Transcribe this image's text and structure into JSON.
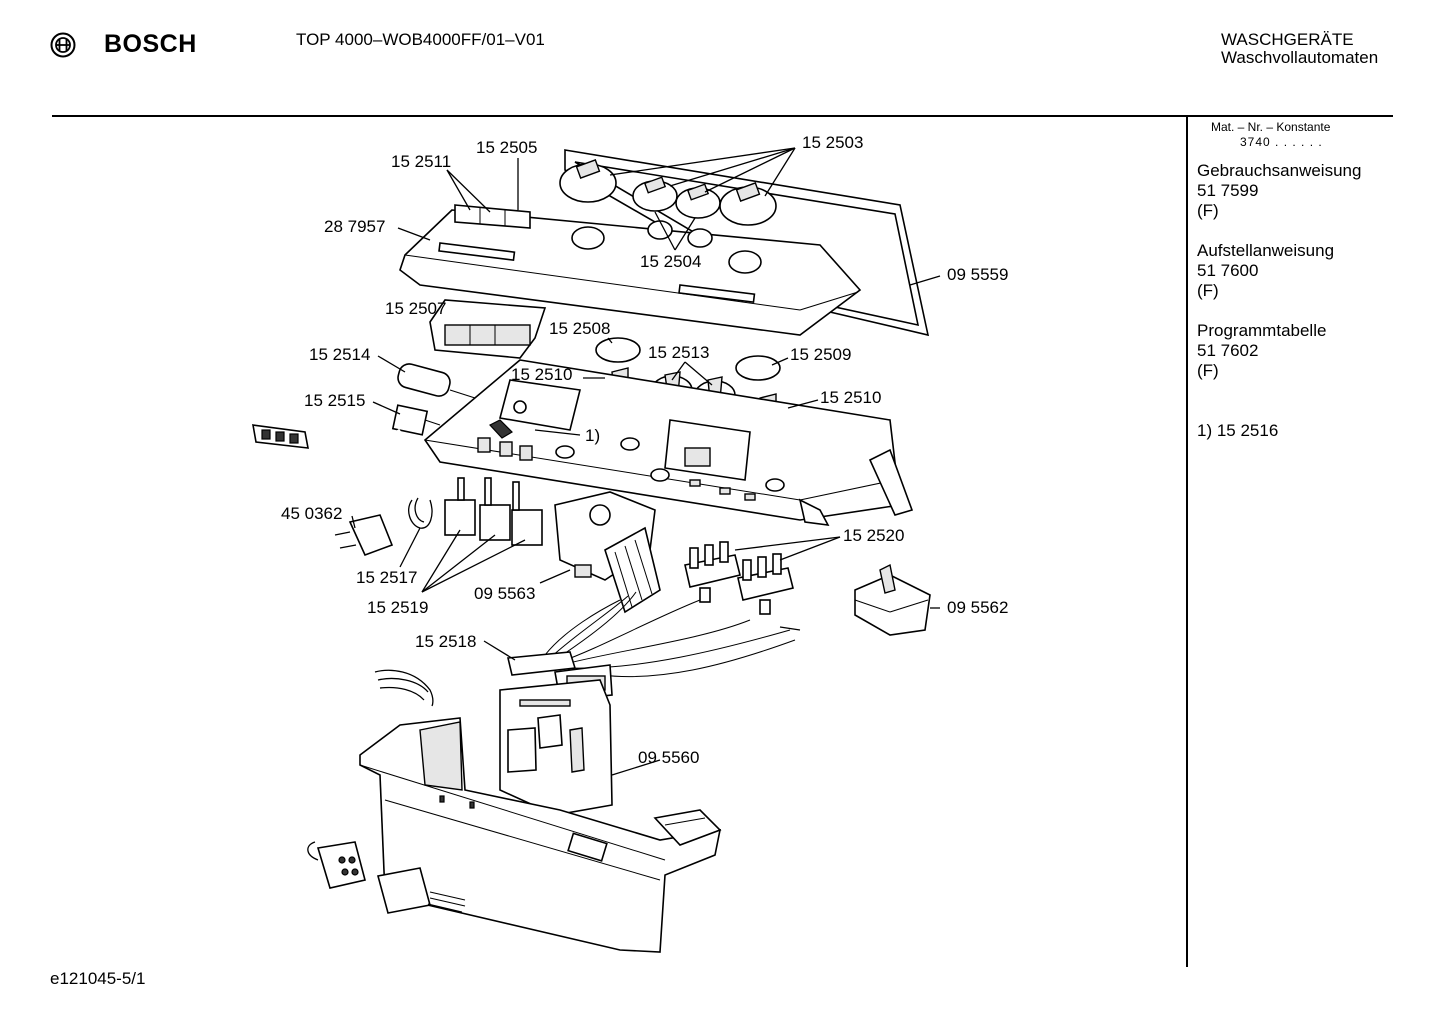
{
  "header": {
    "brand": "BOSCH",
    "title": "TOP 4000–WOB4000FF/01–V01",
    "category_line1": "WASCHGERÄTE",
    "category_line2": "Waschvollautomaten"
  },
  "sidebar": {
    "mat_label": "Mat. – Nr. – Konstante",
    "mat_value": "3740 . . . . . .",
    "documents": [
      {
        "title": "Gebrauchsanweisung",
        "number": "51 7599",
        "lang": "(F)"
      },
      {
        "title": "Aufstellanweisung",
        "number": "51 7600",
        "lang": "(F)"
      },
      {
        "title": "Programmtabelle",
        "number": "51 7602",
        "lang": "(F)"
      }
    ],
    "footnote": "1)  15 2516"
  },
  "footer": {
    "figure_ref": "e121045-5/1"
  },
  "callouts": [
    {
      "id": "152511",
      "text": "15 2511"
    },
    {
      "id": "152505",
      "text": "15 2505"
    },
    {
      "id": "152503",
      "text": "15 2503"
    },
    {
      "id": "287957",
      "text": "28 7957"
    },
    {
      "id": "152504",
      "text": "15 2504"
    },
    {
      "id": "095559",
      "text": "09 5559"
    },
    {
      "id": "152507",
      "text": "15 2507"
    },
    {
      "id": "152508",
      "text": "15 2508"
    },
    {
      "id": "152513",
      "text": "15 2513"
    },
    {
      "id": "152509",
      "text": "15 2509"
    },
    {
      "id": "152514",
      "text": "15 2514"
    },
    {
      "id": "152510a",
      "text": "15 2510"
    },
    {
      "id": "152510b",
      "text": "15 2510"
    },
    {
      "id": "152515",
      "text": "15 2515"
    },
    {
      "id": "note1",
      "text": "1)"
    },
    {
      "id": "450362",
      "text": "45 0362"
    },
    {
      "id": "152520",
      "text": "15 2520"
    },
    {
      "id": "152517",
      "text": "15 2517"
    },
    {
      "id": "152519",
      "text": "15 2519"
    },
    {
      "id": "095563",
      "text": "09 5563"
    },
    {
      "id": "095562",
      "text": "09 5562"
    },
    {
      "id": "152518",
      "text": "15 2518"
    },
    {
      "id": "095560",
      "text": "09 5560"
    }
  ]
}
